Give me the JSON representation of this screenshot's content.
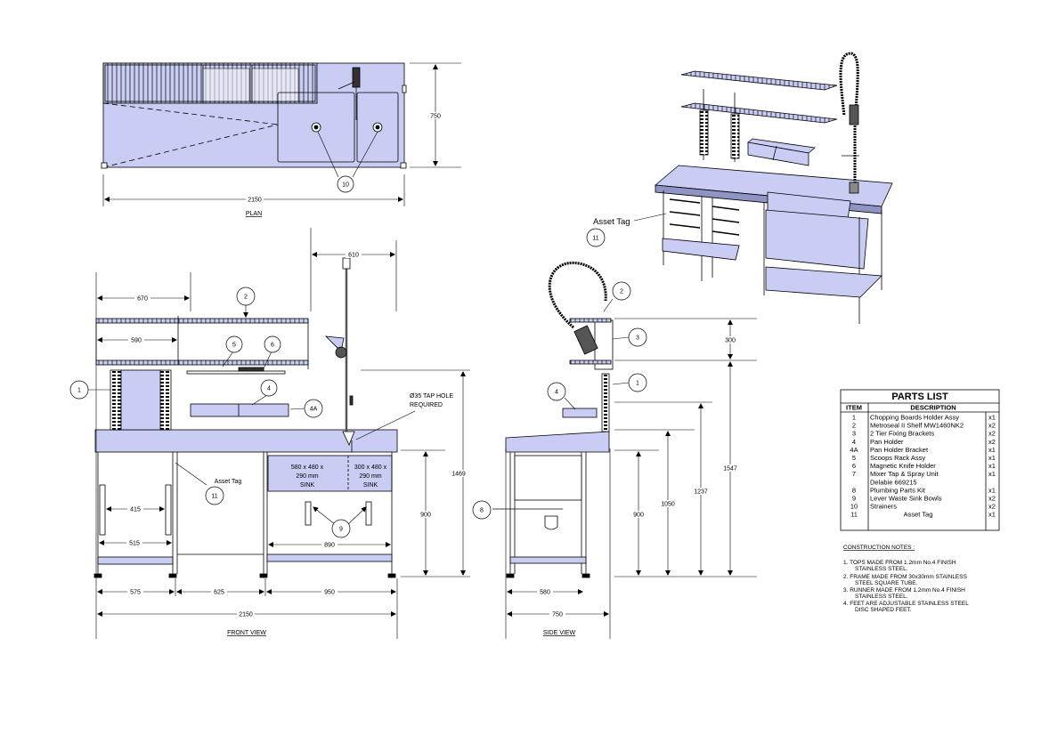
{
  "views": {
    "plan": "PLAN",
    "front": "FRONT VIEW",
    "side": "SIDE VIEW"
  },
  "dims": {
    "plan_width": "2150",
    "plan_depth": "750",
    "front_top_width": "610",
    "front_670": "670",
    "front_590": "590",
    "front_1469": "1469",
    "front_900": "900",
    "front_415": "415",
    "front_515": "515",
    "front_890": "890",
    "front_575": "575",
    "front_625": "625",
    "front_950": "950",
    "front_2150": "2150",
    "side_300": "300",
    "side_1547": "1547",
    "side_1237": "1237",
    "side_1050": "1050",
    "side_900": "900",
    "side_580": "580",
    "side_750": "750"
  },
  "labels": {
    "tap_hole_1": "Ø35 TAP HOLE",
    "tap_hole_2": "REQUIRED",
    "sink_left_1": "580 x 480 x",
    "sink_left_2": "290 mm",
    "sink_left_3": "SINK",
    "sink_right_1": "300 x 480 x",
    "sink_right_2": "290 mm",
    "sink_right_3": "SINK",
    "asset_tag_front": "Asset Tag",
    "asset_tag_iso": "Asset Tag"
  },
  "bubbles": {
    "b1": "1",
    "b2": "2",
    "b3": "3",
    "b4": "4",
    "b4a": "4A",
    "b5": "5",
    "b6": "6",
    "b8": "8",
    "b9": "9",
    "b10": "10",
    "b11": "11"
  },
  "parts_list": {
    "title": "PARTS LIST",
    "col_item": "ITEM",
    "col_desc": "DESCRIPTION",
    "rows": [
      {
        "item": "1",
        "desc": "Chopping Boards Holder Assy",
        "qty": "x1"
      },
      {
        "item": "2",
        "desc": "Metroseal II Shelf MW1460NK2",
        "qty": "x2"
      },
      {
        "item": "3",
        "desc": "2 Tier Fixing Brackets",
        "qty": "x2"
      },
      {
        "item": "4",
        "desc": "Pan Holder",
        "qty": "x2"
      },
      {
        "item": "4A",
        "desc": "Pan Holder Bracket",
        "qty": "x1"
      },
      {
        "item": "5",
        "desc": "Scoops Rack Assy",
        "qty": "x1"
      },
      {
        "item": "6",
        "desc": "Magnetic Knife Holder",
        "qty": "x1"
      },
      {
        "item": "7",
        "desc": "Mixer Tap & Spray Unit",
        "qty": "x1"
      },
      {
        "item": "",
        "desc": "Delabie 669215",
        "qty": ""
      },
      {
        "item": "8",
        "desc": "Plumbing Parts Kit",
        "qty": "x1"
      },
      {
        "item": "9",
        "desc": "Lever Waste Sink Bowls",
        "qty": "x2"
      },
      {
        "item": "10",
        "desc": "Strainers",
        "qty": "x2"
      },
      {
        "item": "11",
        "desc": "Asset Tag",
        "qty": "x1"
      }
    ]
  },
  "notes": {
    "title": "CONSTRUCTION NOTES :",
    "n1a": "1.  TOPS MADE FROM 1.2mm No.4 FINISH",
    "n1b": "STAINLESS STEEL.",
    "n2a": "2.  FRAME MADE FROM 30x30mm STAINLESS",
    "n2b": "STEEL SQUARE TUBE.",
    "n3a": "3.  RUNNER MADE FROM 1.2mm No.4 FINISH",
    "n3b": "STAINLESS STEEL.",
    "n4a": "4.  FEET ARE ADJUSTABLE STAINLESS STEEL",
    "n4b": "DISC SHAPED FEET."
  },
  "colors": {
    "surface": "#c9cdf3",
    "line": "#000000"
  }
}
